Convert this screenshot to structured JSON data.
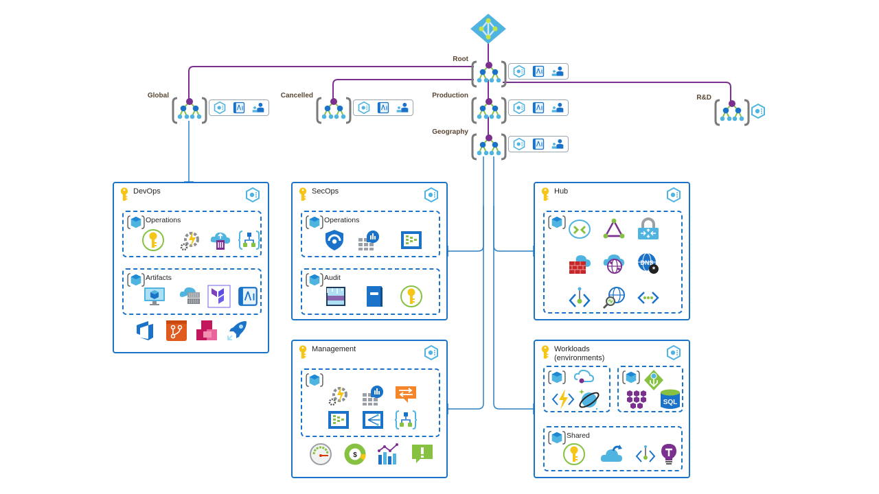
{
  "diagram": {
    "root_icon": "azure-ad-tenant-icon",
    "colors": {
      "hierarchy_line": "#7b2f8f",
      "panel_border": "#1a73c9",
      "connector": "#2b7fc3",
      "label_text": "#5a4632",
      "key_yellow": "#f5c518"
    },
    "management_groups": [
      {
        "id": "root",
        "label": "Root",
        "policies": [
          "policy-icon",
          "blueprint-icon",
          "rbac-icon"
        ]
      },
      {
        "id": "global",
        "label": "Global",
        "policies": [
          "policy-icon",
          "blueprint-icon",
          "rbac-icon"
        ]
      },
      {
        "id": "cancelled",
        "label": "Cancelled",
        "policies": [
          "policy-icon",
          "blueprint-icon",
          "rbac-icon"
        ]
      },
      {
        "id": "production",
        "label": "Production",
        "policies": [
          "policy-icon",
          "blueprint-icon",
          "rbac-icon"
        ]
      },
      {
        "id": "geography",
        "label": "Geography",
        "policies": [
          "policy-icon",
          "blueprint-icon",
          "rbac-icon"
        ]
      },
      {
        "id": "rnd",
        "label": "R&D",
        "policies": [
          "policy-icon"
        ]
      }
    ],
    "subscriptions": {
      "devops": {
        "title": "DevOps",
        "groups": [
          {
            "title": "Operations",
            "icons": [
              "key-vault-icon",
              "automation-icon",
              "storage-upload-icon",
              "logic-app-icon"
            ]
          },
          {
            "title": "Artifacts",
            "icons": [
              "vm-image-icon",
              "container-registry-icon",
              "terraform-icon",
              "blueprint-icon"
            ]
          }
        ],
        "extra_icons": [
          "azure-devops-icon",
          "azure-repos-icon",
          "azure-artifacts-icon",
          "azure-pipelines-icon"
        ]
      },
      "secops": {
        "title": "SecOps",
        "groups": [
          {
            "title": "Operations",
            "icons": [
              "security-center-icon",
              "log-analytics-icon",
              "sentinel-icon"
            ]
          },
          {
            "title": "Audit",
            "icons": [
              "storage-archive-icon",
              "workbook-icon",
              "key-vault-icon"
            ]
          }
        ]
      },
      "hub": {
        "title": "Hub",
        "groups": [
          {
            "title": "",
            "icons": [
              "vpn-gateway-icon",
              "virtual-wan-icon",
              "vpn-lock-icon",
              "firewall-icon",
              "front-door-icon",
              "private-dns-icon",
              "virtual-network-icon",
              "network-watcher-icon",
              "private-endpoint-icon"
            ]
          }
        ]
      },
      "management": {
        "title": "Management",
        "groups": [
          {
            "title": "",
            "icons": [
              "automation-icon",
              "log-analytics-icon",
              "event-grid-icon",
              "sentinel-icon",
              "diagnostics-icon",
              "logic-app-icon"
            ]
          }
        ],
        "extra_icons": [
          "monitor-gauge-icon",
          "cost-management-icon",
          "metrics-icon",
          "alerts-icon"
        ]
      },
      "workloads": {
        "title": "Workloads",
        "subtitle": "(environments)",
        "groups": [
          {
            "title": "",
            "icons": [
              "app-service-icon",
              "function-app-icon",
              "cosmos-db-icon"
            ]
          },
          {
            "title": "",
            "icons": [
              "aks-icon",
              "container-instances-icon",
              "sql-database-icon"
            ]
          },
          {
            "title": "Shared",
            "icons": [
              "key-vault-icon",
              "backup-icon",
              "private-link-icon",
              "app-insights-icon"
            ]
          }
        ]
      }
    }
  }
}
